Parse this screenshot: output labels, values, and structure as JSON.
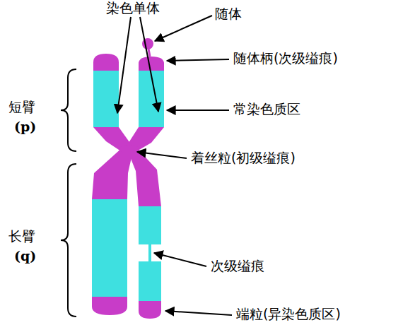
{
  "diagram": {
    "labels": [
      "染色单体",
      "随体",
      "随体柄(次级缢痕)",
      "短臂",
      "(p)",
      "常染色质区",
      "着丝粒(初级缢痕)",
      "长臂",
      "(q)",
      "次级缢痕",
      "端粒(异染色质区)"
    ]
  }
}
